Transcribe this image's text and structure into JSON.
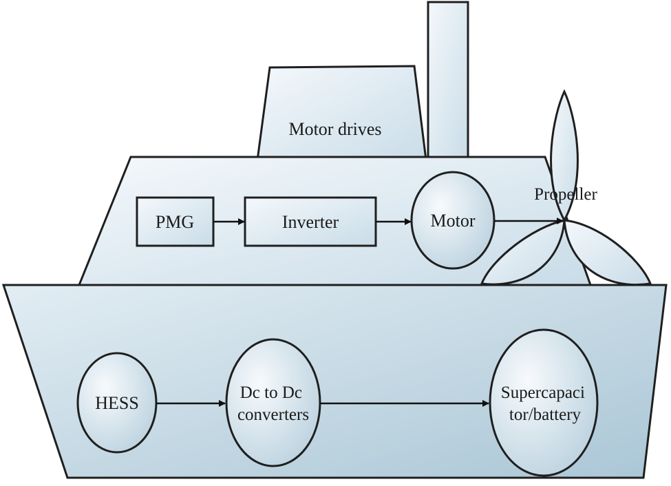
{
  "colors": {
    "fill_light": "#eef4f8",
    "fill_dark": "#bcd3e0",
    "stroke": "#1f1f1f"
  },
  "superstructure": {
    "label": "Motor drives"
  },
  "deck": {
    "pmg_label": "PMG",
    "inverter_label": "Inverter",
    "motor_label": "Motor",
    "propeller_label": "Propeller"
  },
  "hull": {
    "hess_label": "HESS",
    "converter_label": [
      "Dc to Dc",
      "converters"
    ],
    "storage_label": [
      "Supercapaci",
      "tor/battery"
    ]
  }
}
